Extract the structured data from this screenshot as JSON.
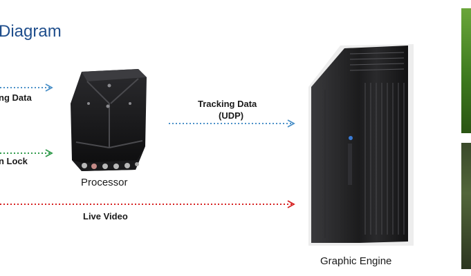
{
  "title": "Diagram",
  "labels": {
    "tracking_data_left": "ng Data",
    "lock_left": "n Lock",
    "tracking_data_udp_line1": "Tracking Data",
    "tracking_data_udp_line2": "(UDP)",
    "live_video": "Live Video"
  },
  "captions": {
    "processor": "Processor",
    "graphic_engine": "Graphic Engine"
  },
  "colors": {
    "title": "#1f4e8c",
    "arrow_blue": "#4a90c8",
    "arrow_green": "#2e9a4a",
    "arrow_red": "#d62020"
  },
  "images": {
    "processor": "processor-box-icon",
    "graphic_engine": "workstation-tower-icon",
    "side_photos": "green-scene-photos"
  }
}
